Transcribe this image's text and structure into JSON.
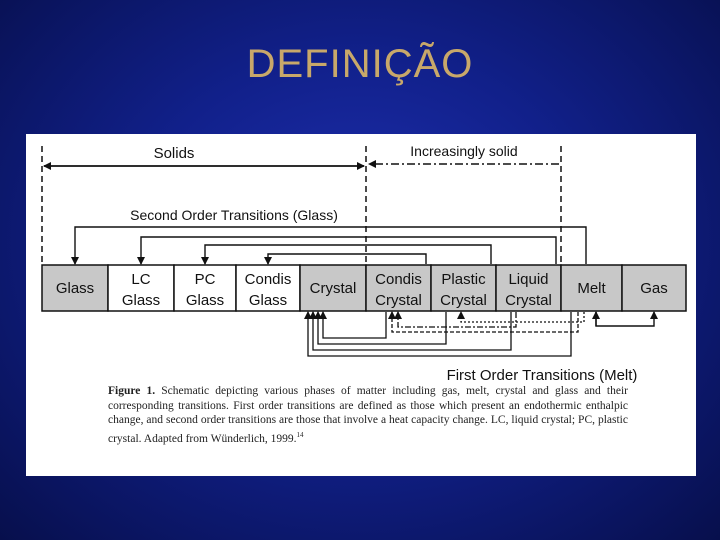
{
  "slide": {
    "title": "DEFINIÇÃO"
  },
  "diagram": {
    "top_labels": {
      "left": "Solids",
      "right": "Increasingly solid"
    },
    "second_order_label": "Second Order Transitions (Glass)",
    "first_order_label": "First Order Transitions (Melt)",
    "phases": [
      {
        "lines": [
          "Glass"
        ],
        "shaded": true
      },
      {
        "lines": [
          "LC",
          "Glass"
        ],
        "shaded": false
      },
      {
        "lines": [
          "PC",
          "Glass"
        ],
        "shaded": false
      },
      {
        "lines": [
          "Condis",
          "Glass"
        ],
        "shaded": false
      },
      {
        "lines": [
          "Crystal"
        ],
        "shaded": true
      },
      {
        "lines": [
          "Condis",
          "Crystal"
        ],
        "shaded": true
      },
      {
        "lines": [
          "Plastic",
          "Crystal"
        ],
        "shaded": true
      },
      {
        "lines": [
          "Liquid",
          "Crystal"
        ],
        "shaded": true
      },
      {
        "lines": [
          "Melt"
        ],
        "shaded": true
      },
      {
        "lines": [
          "Gas"
        ],
        "shaded": true
      }
    ],
    "caption": {
      "label": "Figure 1.",
      "text": "Schematic depicting various phases of matter including gas, melt, crystal and glass and their corresponding transitions. First order transitions are defined as those which present an endothermic enthalpic change, and second order transitions are those that involve a heat capacity change. LC, liquid crystal; PC, plastic crystal. Adapted from Wünderlich, 1999.",
      "ref": "14"
    }
  }
}
